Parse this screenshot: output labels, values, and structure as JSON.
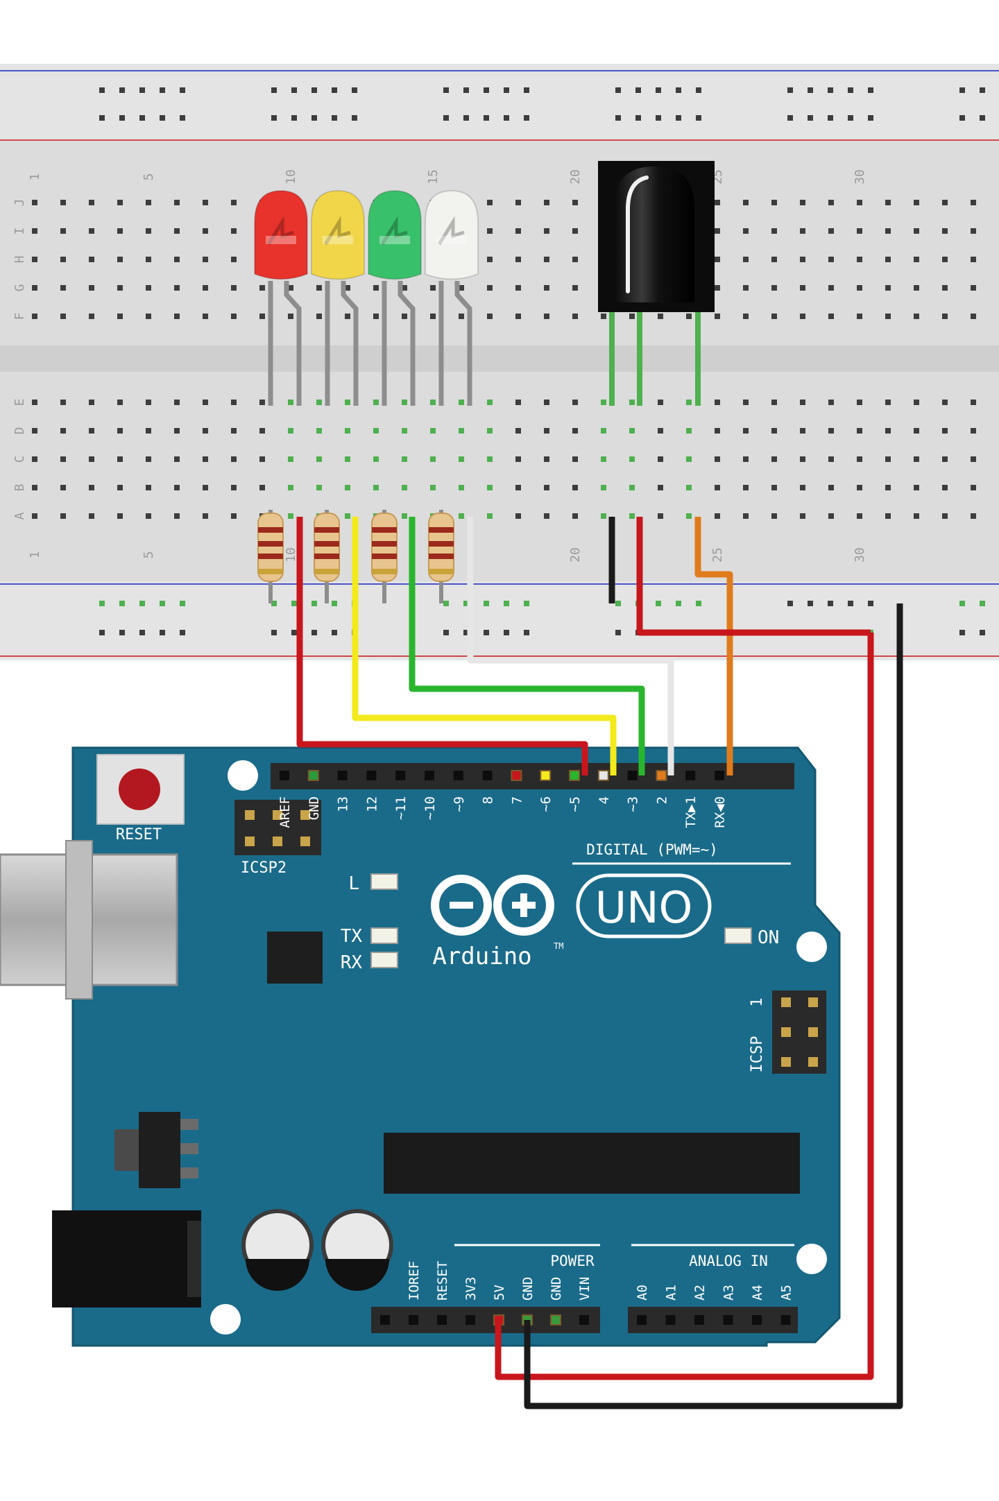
{
  "breadboard": {
    "column_numbers": [
      "1",
      "5",
      "10",
      "15",
      "20",
      "25",
      "30"
    ],
    "row_letters_top": [
      "J",
      "I",
      "H",
      "G",
      "F"
    ],
    "row_letters_bottom": [
      "E",
      "D",
      "C",
      "B",
      "A"
    ]
  },
  "components": {
    "leds": [
      {
        "color": "red",
        "fill": "#e8322c"
      },
      {
        "color": "yellow",
        "fill": "#f2d64a"
      },
      {
        "color": "green",
        "fill": "#39c06a"
      },
      {
        "color": "white",
        "fill": "#f2f2ee"
      }
    ],
    "resistor_count": 4,
    "ir_receiver": "black-ir-receiver"
  },
  "wires": [
    {
      "name": "wire-red-led-to-pin7",
      "color": "#c8161d"
    },
    {
      "name": "wire-yellow-led-to-pin6",
      "color": "#f2ea1c"
    },
    {
      "name": "wire-green-led-to-pin5",
      "color": "#2ab52e"
    },
    {
      "name": "wire-white-led-to-pin4",
      "color": "#e6e6e6"
    },
    {
      "name": "wire-orange-ir-to-pin2",
      "color": "#e07b1c"
    },
    {
      "name": "wire-red-5v",
      "color": "#c8161d"
    },
    {
      "name": "wire-black-gnd",
      "color": "#1a1a1a"
    }
  ],
  "arduino": {
    "board_color": "#1a6b8a",
    "reset_label": "RESET",
    "icsp2_label": "ICSP2",
    "icsp_label": "ICSP",
    "icsp_pin1": "1",
    "logo_text": "Arduino",
    "tm": "TM",
    "uno_text": "UNO",
    "led_l": "L",
    "led_tx": "TX",
    "led_rx": "RX",
    "led_on": "ON",
    "digital_label": "DIGITAL (PWM=~)",
    "digital_pins": [
      "AREF",
      "GND",
      "13",
      "12",
      "~11",
      "~10",
      "~9",
      "8",
      "7",
      "~6",
      "~5",
      "4",
      "~3",
      "2",
      "TX▶1",
      "RX◀0"
    ],
    "power_label": "POWER",
    "power_pins": [
      "IOREF",
      "RESET",
      "3V3",
      "5V",
      "GND",
      "GND",
      "VIN"
    ],
    "analog_label": "ANALOG IN",
    "analog_pins": [
      "A0",
      "A1",
      "A2",
      "A3",
      "A4",
      "A5"
    ]
  }
}
